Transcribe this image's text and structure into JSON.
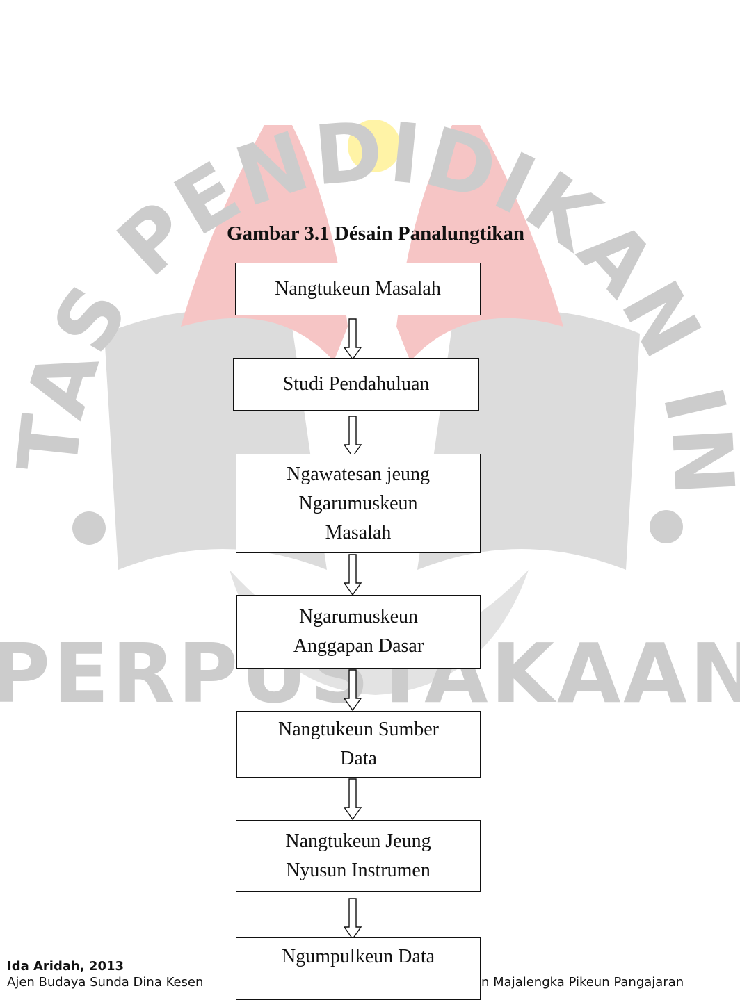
{
  "watermark": {
    "ring_text": "UNIVERSITAS PENDIDIKAN INDONESIA",
    "bottom_text": "PERPUSTAKAAN",
    "colors": {
      "letters": "#cbcbcb",
      "red": "#f4c0c0",
      "grey": "#d9d9d9",
      "yellow": "#fff3a6"
    }
  },
  "figure": {
    "title": "Gambar 3.1 Désain Panalungtikan"
  },
  "steps": [
    {
      "lines": [
        "Nangtukeun Masalah"
      ]
    },
    {
      "lines": [
        "Studi Pendahuluan"
      ]
    },
    {
      "lines": [
        "Ngawatesan jeung",
        "Ngarumuskeun",
        "Masalah"
      ]
    },
    {
      "lines": [
        "Ngarumuskeun",
        "Anggapan Dasar"
      ]
    },
    {
      "lines": [
        "Nangtukeun Sumber",
        "Data"
      ]
    },
    {
      "lines": [
        "Nangtukeun Jeung",
        "Nyusun Instrumen"
      ]
    },
    {
      "lines": [
        "Ngumpulkeun Data"
      ]
    }
  ],
  "footer": {
    "author": "Ida Aridah, 2013",
    "line_left": "Ajen Budaya Sunda Dina Kesen",
    "line_right": "n Majalengka Pikeun Pangajaran"
  }
}
